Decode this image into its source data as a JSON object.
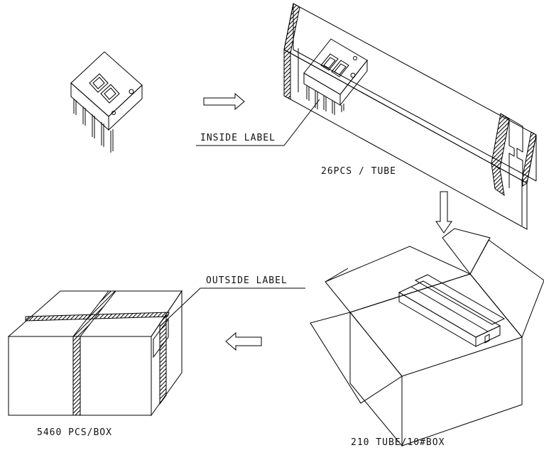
{
  "labels": {
    "inside_label": "INSIDE LABEL",
    "tube_qty": "26PCS / TUBE",
    "outside_label": "OUTSIDE LABEL",
    "box_qty": "5460 PCS/BOX",
    "carton_qty": "210 TUBE/10#BOX"
  },
  "colors": {
    "line": "#000000",
    "background": "#ffffff"
  }
}
